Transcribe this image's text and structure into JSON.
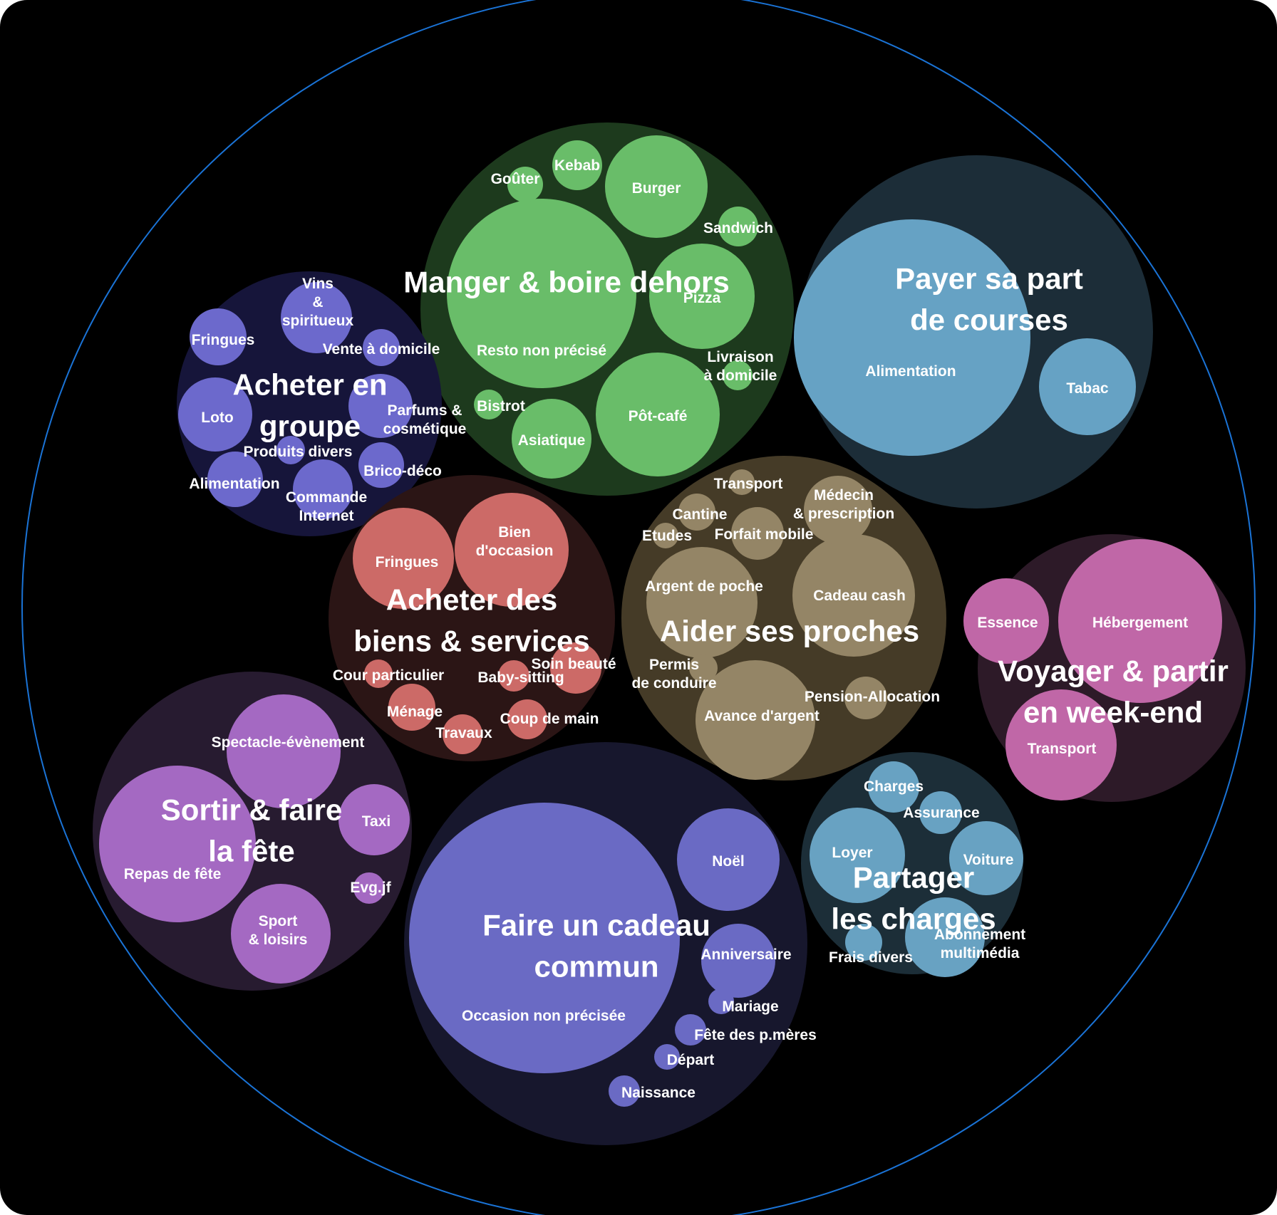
{
  "chart_data": {
    "type": "bubble",
    "title": "",
    "grid": false,
    "legend": "none",
    "groups": [
      {
        "name": "Manger & boire dehors",
        "color": "#69bd69",
        "bg": "#1d3a1d",
        "children": [
          {
            "label": "Resto non précisé",
            "value": 130
          },
          {
            "label": "Pôt-café",
            "value": 55
          },
          {
            "label": "Pizza",
            "value": 40
          },
          {
            "label": "Burger",
            "value": 40
          },
          {
            "label": "Asiatique",
            "value": 24
          },
          {
            "label": "Kebab",
            "value": 9
          },
          {
            "label": "Goûter",
            "value": 6
          },
          {
            "label": "Sandwich",
            "value": 6
          },
          {
            "label": "Bistrot",
            "value": 4
          },
          {
            "label": "Livraison\nà domicile",
            "value": 3
          }
        ]
      },
      {
        "name": "Payer sa part\nde courses",
        "color": "#66a2c4",
        "bg": "#1c2d38",
        "children": [
          {
            "label": "Alimentation",
            "value": 200
          },
          {
            "label": "Tabac",
            "value": 33
          }
        ]
      },
      {
        "name": "Acheter  en\ngroupe",
        "color": "#6c69cc",
        "bg": "#16153a",
        "children": [
          {
            "label": "Fringues",
            "value": 10
          },
          {
            "label": "Vins\n&\nspiritueux",
            "value": 14
          },
          {
            "label": "Vente à domicile",
            "value": 5
          },
          {
            "label": "Loto",
            "value": 19
          },
          {
            "label": "Parfums &\ncosmétique",
            "value": 14
          },
          {
            "label": "Produits divers",
            "value": 3
          },
          {
            "label": "Brico-déco",
            "value": 7
          },
          {
            "label": "Alimentation",
            "value": 11
          },
          {
            "label": "Commande\nInternet",
            "value": 12
          }
        ]
      },
      {
        "name": "Acheter des\nbiens & services",
        "color": "#cc6a67",
        "bg": "#2b1515",
        "children": [
          {
            "label": "Fringues",
            "value": 30
          },
          {
            "label": "Bien\nd'occasion",
            "value": 38
          },
          {
            "label": "Cour particulier",
            "value": 3
          },
          {
            "label": "Baby-sitting",
            "value": 3
          },
          {
            "label": "Soin beauté",
            "value": 7
          },
          {
            "label": "Ménage",
            "value": 6
          },
          {
            "label": "Coup de main",
            "value": 5
          },
          {
            "label": "Travaux",
            "value": 5
          }
        ]
      },
      {
        "name": "Aider ses proches",
        "color": "#948566",
        "bg": "#453b27",
        "children": [
          {
            "label": "Argent de poche",
            "value": 36
          },
          {
            "label": "Cadeau cash",
            "value": 45
          },
          {
            "label": "Avance d'argent",
            "value": 42
          },
          {
            "label": "Médecin\n& prescription",
            "value": 13
          },
          {
            "label": "Forfait mobile",
            "value": 8
          },
          {
            "label": "Cantine",
            "value": 4
          },
          {
            "label": "Transport",
            "value": 2
          },
          {
            "label": "Etudes",
            "value": 2
          },
          {
            "label": "Permis\nde conduire",
            "value": 4
          },
          {
            "label": "Pension-Allocation",
            "value": 5
          }
        ]
      },
      {
        "name": "Voyager & partir\nen week-end",
        "color": "#c067a7",
        "bg": "#2d1a28",
        "children": [
          {
            "label": "Hébergement",
            "value": 82
          },
          {
            "label": "Essence",
            "value": 22
          },
          {
            "label": "Transport",
            "value": 38
          }
        ]
      },
      {
        "name": "Sortir & faire\nla fête",
        "color": "#a469c2",
        "bg": "#271b30",
        "children": [
          {
            "label": "Spectacle-évènement",
            "value": 39
          },
          {
            "label": "Repas de fête",
            "value": 74
          },
          {
            "label": "Taxi",
            "value": 14
          },
          {
            "label": "Evg.jf",
            "value": 3
          },
          {
            "label": "Sport\n& loisirs",
            "value": 28
          }
        ]
      },
      {
        "name": "Faire un cadeau\ncommun",
        "color": "#6a6ac4",
        "bg": "#17172d",
        "children": [
          {
            "label": "Occasion non précisée",
            "value": 210
          },
          {
            "label": "Noël",
            "value": 32
          },
          {
            "label": "Anniversaire",
            "value": 16
          },
          {
            "label": "Mariage",
            "value": 2
          },
          {
            "label": "Fête des p.mères",
            "value": 3
          },
          {
            "label": "Départ",
            "value": 2
          },
          {
            "label": "Naissance",
            "value": 3
          }
        ]
      },
      {
        "name": "Partager\nles charges",
        "color": "#68a2c2",
        "bg": "#1c2e38",
        "children": [
          {
            "label": "Charges",
            "value": 7
          },
          {
            "label": "Assurance",
            "value": 7
          },
          {
            "label": "Loyer",
            "value": 28
          },
          {
            "label": "Voiture",
            "value": 16
          },
          {
            "label": "Abonnement\nmultimédia",
            "value": 11
          },
          {
            "label": "Frais divers",
            "value": 4
          }
        ]
      }
    ]
  }
}
